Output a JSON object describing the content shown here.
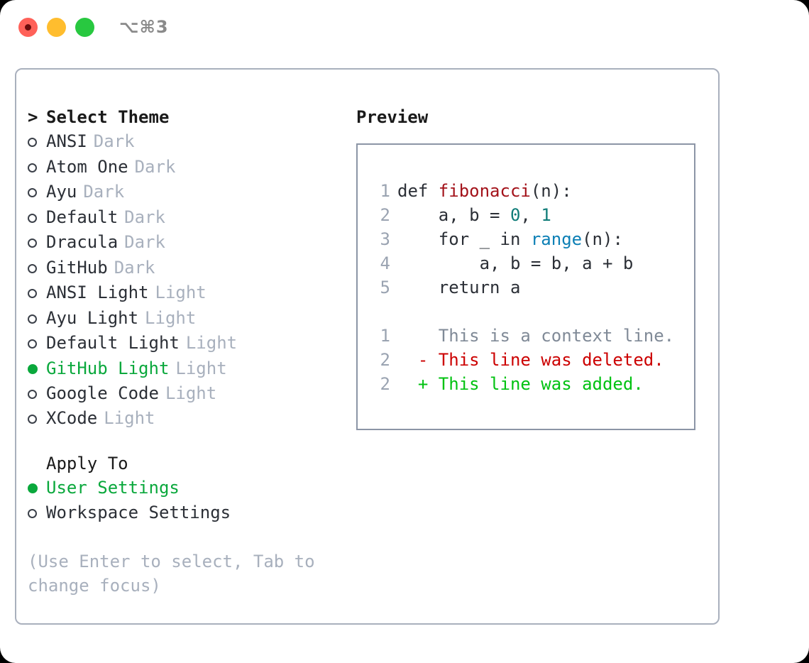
{
  "window": {
    "title": "⌥⌘3",
    "traffic_lights": [
      {
        "name": "close",
        "color": "#ff6159"
      },
      {
        "name": "minimize",
        "color": "#ffbd2e"
      },
      {
        "name": "maximize",
        "color": "#28c840"
      }
    ]
  },
  "theme_section": {
    "caret": ">",
    "heading": "Select Theme",
    "focused": true,
    "options": [
      {
        "label": "ANSI",
        "badge": "Dark",
        "selected": false
      },
      {
        "label": "Atom One",
        "badge": "Dark",
        "selected": false
      },
      {
        "label": "Ayu",
        "badge": "Dark",
        "selected": false
      },
      {
        "label": "Default",
        "badge": "Dark",
        "selected": false
      },
      {
        "label": "Dracula",
        "badge": "Dark",
        "selected": false
      },
      {
        "label": "GitHub",
        "badge": "Dark",
        "selected": false
      },
      {
        "label": "ANSI Light",
        "badge": "Light",
        "selected": false
      },
      {
        "label": "Ayu Light",
        "badge": "Light",
        "selected": false
      },
      {
        "label": "Default Light",
        "badge": "Light",
        "selected": false
      },
      {
        "label": "GitHub Light",
        "badge": "Light",
        "selected": true
      },
      {
        "label": "Google Code",
        "badge": "Light",
        "selected": false
      },
      {
        "label": "XCode",
        "badge": "Light",
        "selected": false
      }
    ]
  },
  "apply_section": {
    "heading": "Apply To",
    "focused": false,
    "options": [
      {
        "label": "User Settings",
        "selected": true
      },
      {
        "label": "Workspace Settings",
        "selected": false
      }
    ]
  },
  "hint": "(Use Enter to select, Tab to change focus)",
  "preview": {
    "title": "Preview",
    "code_lines": [
      {
        "num": "1",
        "segments": [
          {
            "text": "def ",
            "kind": "plain"
          },
          {
            "text": "fibonacci",
            "kind": "fn"
          },
          {
            "text": "(n):",
            "kind": "plain"
          }
        ]
      },
      {
        "num": "2",
        "segments": [
          {
            "text": "    a, b = ",
            "kind": "plain"
          },
          {
            "text": "0",
            "kind": "num"
          },
          {
            "text": ", ",
            "kind": "plain"
          },
          {
            "text": "1",
            "kind": "num"
          }
        ]
      },
      {
        "num": "3",
        "segments": [
          {
            "text": "    for _ in ",
            "kind": "plain"
          },
          {
            "text": "range",
            "kind": "builtin"
          },
          {
            "text": "(n):",
            "kind": "plain"
          }
        ]
      },
      {
        "num": "4",
        "segments": [
          {
            "text": "        a, b = b, a + b",
            "kind": "plain"
          }
        ]
      },
      {
        "num": "5",
        "segments": [
          {
            "text": "    return a",
            "kind": "plain"
          }
        ]
      }
    ],
    "diff_lines": [
      {
        "num": "1",
        "marker": " ",
        "text": " This is a context line.",
        "kind": "context"
      },
      {
        "num": "2",
        "marker": "-",
        "text": " This line was deleted.",
        "kind": "deleted"
      },
      {
        "num": "2",
        "marker": "+",
        "text": " This line was added.",
        "kind": "added"
      }
    ]
  },
  "colors": {
    "accent_green": "#0aa83c",
    "badge_muted": "#a8b0bd",
    "panel_border": "#a9b0bd",
    "preview_border": "#8c95a6",
    "diff_deleted": "#cc0000",
    "diff_added": "#00c211",
    "token_function": "#a3121a",
    "token_builtin": "#0c7fb5",
    "token_number": "#0f7c78"
  }
}
